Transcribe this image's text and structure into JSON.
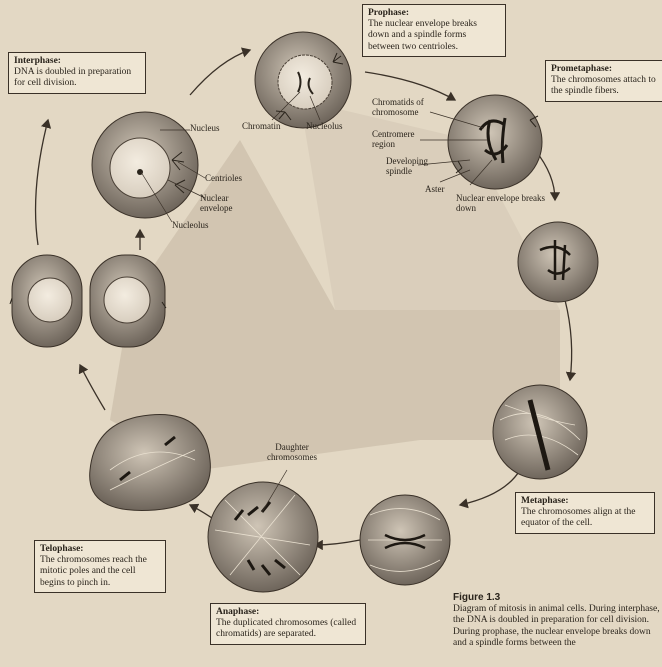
{
  "stages": {
    "interphase": {
      "title": "Interphase:",
      "text": "DNA is doubled in preparation for cell division."
    },
    "prophase": {
      "title": "Prophase:",
      "text": "The nuclear envelope breaks down and a spindle forms between two centrioles."
    },
    "prometaphase": {
      "title": "Prometaphase:",
      "text": "The chromosomes attach to the spindle fibers."
    },
    "metaphase": {
      "title": "Metaphase:",
      "text": "The chromosomes align at the equator of the cell."
    },
    "anaphase": {
      "title": "Anaphase:",
      "text": "The duplicated chromosomes (called chromatids) are separated."
    },
    "telophase": {
      "title": "Telophase:",
      "text": "The chromosomes reach the mitotic poles and the cell begins to pinch in."
    }
  },
  "labels": {
    "nucleus": "Nucleus",
    "centrioles": "Centrioles",
    "nuclear_envelope": "Nuclear envelope",
    "nucleolus_inter": "Nucleolus",
    "chromatin": "Chromatin",
    "nucleolus_pro": "Nucleolus",
    "chromatids": "Chromatids of chromosome",
    "centromere": "Centromere region",
    "developing_spindle": "Developing spindle",
    "aster": "Aster",
    "nuclear_envelope_breaks": "Nuclear envelope breaks down",
    "daughter_chromosomes": "Daughter chromosomes"
  },
  "caption": {
    "figure": "Figure 1.3",
    "text": "Diagram of mitosis in animal cells. During interphase, the DNA is doubled in preparation for cell division. During prophase, the nuclear envelope breaks down and a spindle forms between the"
  }
}
